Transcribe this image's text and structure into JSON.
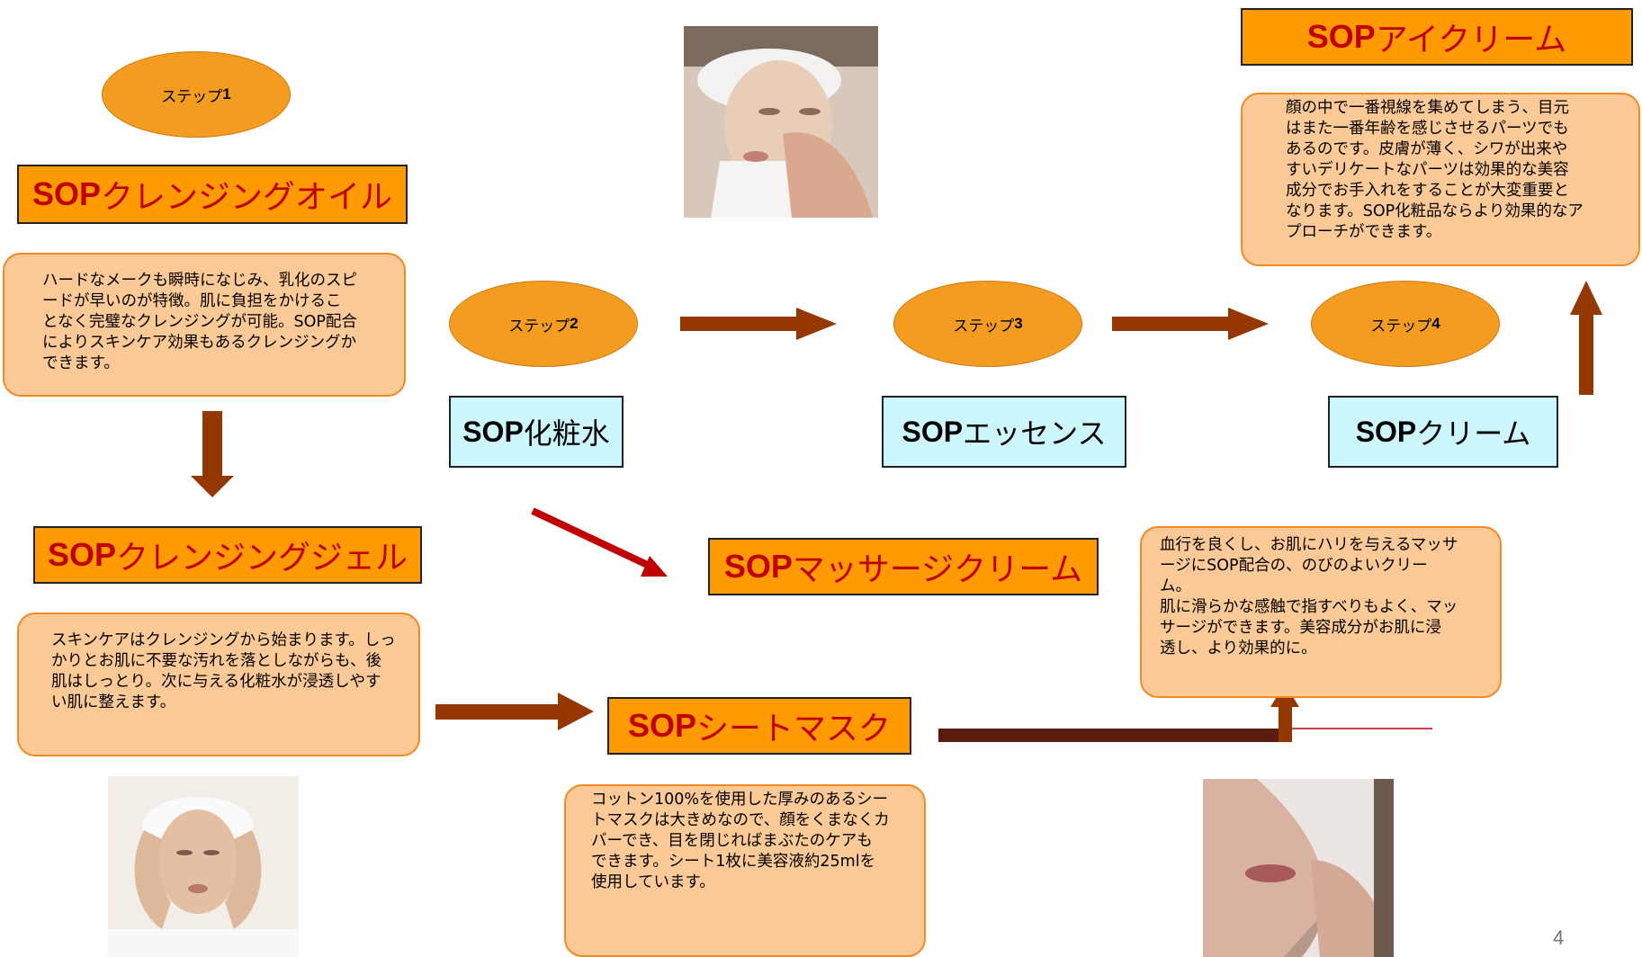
{
  "steps": {
    "step1": {
      "label": "ステップ",
      "num": "1"
    },
    "step2": {
      "label": "ステップ",
      "num": "2"
    },
    "step3": {
      "label": "ステップ",
      "num": "3"
    },
    "step4": {
      "label": "ステップ",
      "num": "4"
    }
  },
  "products": {
    "cleansing_oil": {
      "latin": "SOP",
      "jp": "クレンジングオイル"
    },
    "cleansing_gel": {
      "latin": "SOP",
      "jp": "クレンジングジェル"
    },
    "toner": {
      "latin": "SOP",
      "jp": "化粧水"
    },
    "essence": {
      "latin": "SOP",
      "jp": " エッセンス"
    },
    "cream": {
      "latin": "SOP",
      "jp": " クリーム"
    },
    "eye_cream": {
      "latin": "SOP",
      "jp": "アイクリーム"
    },
    "massage_cream": {
      "latin": "SOP",
      "jp": "マッサージクリーム"
    },
    "sheet_mask": {
      "latin": "SOP",
      "jp": "シートマスク"
    }
  },
  "descriptions": {
    "cleansing_oil": "ハードなメークも瞬時になじみ、乳化のスピ\nードが早いのが特徴。肌に負担をかけるこ\nとなく完璧なクレンジングが可能。SOP配合\nによりスキンケア効果もあるクレンジングか\nできます。",
    "cleansing_gel": "スキンケアはクレンジングから始まります。しっ\nかりとお肌に不要な汚れを落としながらも、後\n肌はしっとり。次に与える化粧水が浸透しやす\nい肌に整えます。",
    "eye_cream": "顔の中で一番視線を集めてしまう、目元\nはまた一番年齢を感じさせるパーツでも\nあるのです。皮膚が薄く、シワが出来や\nすいデリケートなパーツは効果的な美容\n成分でお手入れをすることが大変重要と\nなります。SOP化粧品ならより効果的なア\nプローチができます。",
    "massage_cream": "血行を良くし、お肌にハリを与えるマッサ\nージにSOP配合の、のびのよいクリー\nム。\n肌に滑らかな感触で指すべりもよく、マッ\nサージができます。美容成分がお肌に浸\n透し、より効果的に。",
    "sheet_mask": "コットン100%を使用した厚みのあるシー\nトマスクは大きめなので、顔をくまなくカ\nバーでき、目を閉じればまぶたのケアも\nできます。シート1枚に美容液約25mlを\n使用しています。"
  },
  "page_number": "4",
  "colors": {
    "step_ellipse": "#f39c1f",
    "product_box": "#ff9a00",
    "product_text": "#c00000",
    "cyan_box": "#ccf7ff",
    "note_fill": "#fdc996",
    "arrow": "#953700",
    "red_arrow": "#c00000"
  }
}
